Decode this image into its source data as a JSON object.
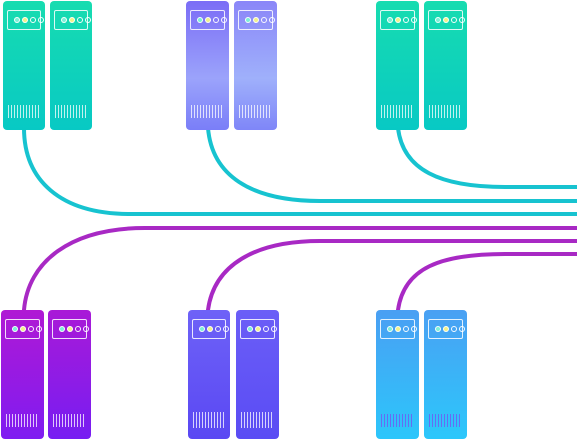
{
  "colors": {
    "cable_top": "#17c3d0",
    "cable_bottom": "#a829c4",
    "led_on": "#f1f28a",
    "led_teal": "#7ef0d8",
    "led_off": "transparent"
  },
  "servers": [
    {
      "id": "teal-1",
      "grad": [
        "#17dcb0",
        "#08c9c4"
      ]
    },
    {
      "id": "teal-2",
      "grad": [
        "#17dcb0",
        "#08c9c4"
      ]
    },
    {
      "id": "violet-1",
      "grad": [
        "#8f7df8",
        "#7e74f7"
      ]
    },
    {
      "id": "violet-2",
      "grad": [
        "#8f7df8",
        "#7e74f7"
      ]
    },
    {
      "id": "teal-3",
      "grad": [
        "#17dcb0",
        "#08c9c4"
      ]
    },
    {
      "id": "teal-4",
      "grad": [
        "#17dcb0",
        "#08c9c4"
      ]
    },
    {
      "id": "purple-1",
      "grad": [
        "#a61cd8",
        "#7d1cf0"
      ]
    },
    {
      "id": "purple-2",
      "grad": [
        "#a61cd8",
        "#7d1cf0"
      ]
    },
    {
      "id": "indigo-1",
      "grad": [
        "#6d60f7",
        "#5b4cf3"
      ]
    },
    {
      "id": "indigo-2",
      "grad": [
        "#6d60f7",
        "#5b4cf3"
      ]
    },
    {
      "id": "blue-1",
      "grad": [
        "#4aa4f3",
        "#2ac3fa"
      ]
    },
    {
      "id": "blue-2",
      "grad": [
        "#4aa4f3",
        "#2ac3fa"
      ]
    }
  ]
}
